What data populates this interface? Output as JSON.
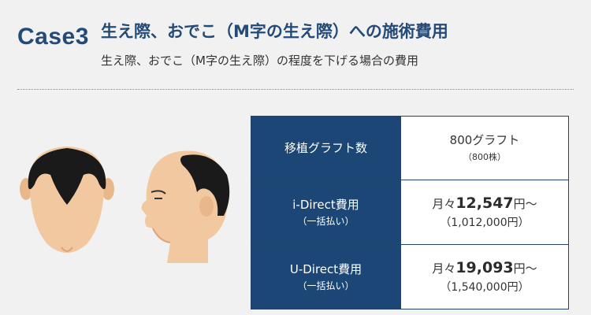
{
  "header": {
    "case_label": "Case3",
    "title": "生え際、おでこ（M字の生え際）への施術費用",
    "subtitle": "生え際、おでこ（M字の生え際）の程度を下げる場合の費用"
  },
  "table": {
    "graft": {
      "label": "移植グラフト数",
      "value": "800グラフト",
      "note": "（800株）"
    },
    "rows": [
      {
        "label": "i-Direct費用",
        "sublabel": "（一括払い）",
        "monthly_prefix": "月々",
        "monthly_amount": "12,547",
        "monthly_suffix": "円～",
        "total": "（1,012,000円）"
      },
      {
        "label": "U-Direct費用",
        "sublabel": "（一括払い）",
        "monthly_prefix": "月々",
        "monthly_amount": "19,093",
        "monthly_suffix": "円～",
        "total": "（1,540,000円）"
      }
    ]
  },
  "colors": {
    "navy": "#1b4675",
    "title_blue": "#244a78",
    "background": "#f1f1f1"
  },
  "illustrations": {
    "front": "head-top-view-illustration",
    "side": "head-side-profile-illustration"
  }
}
